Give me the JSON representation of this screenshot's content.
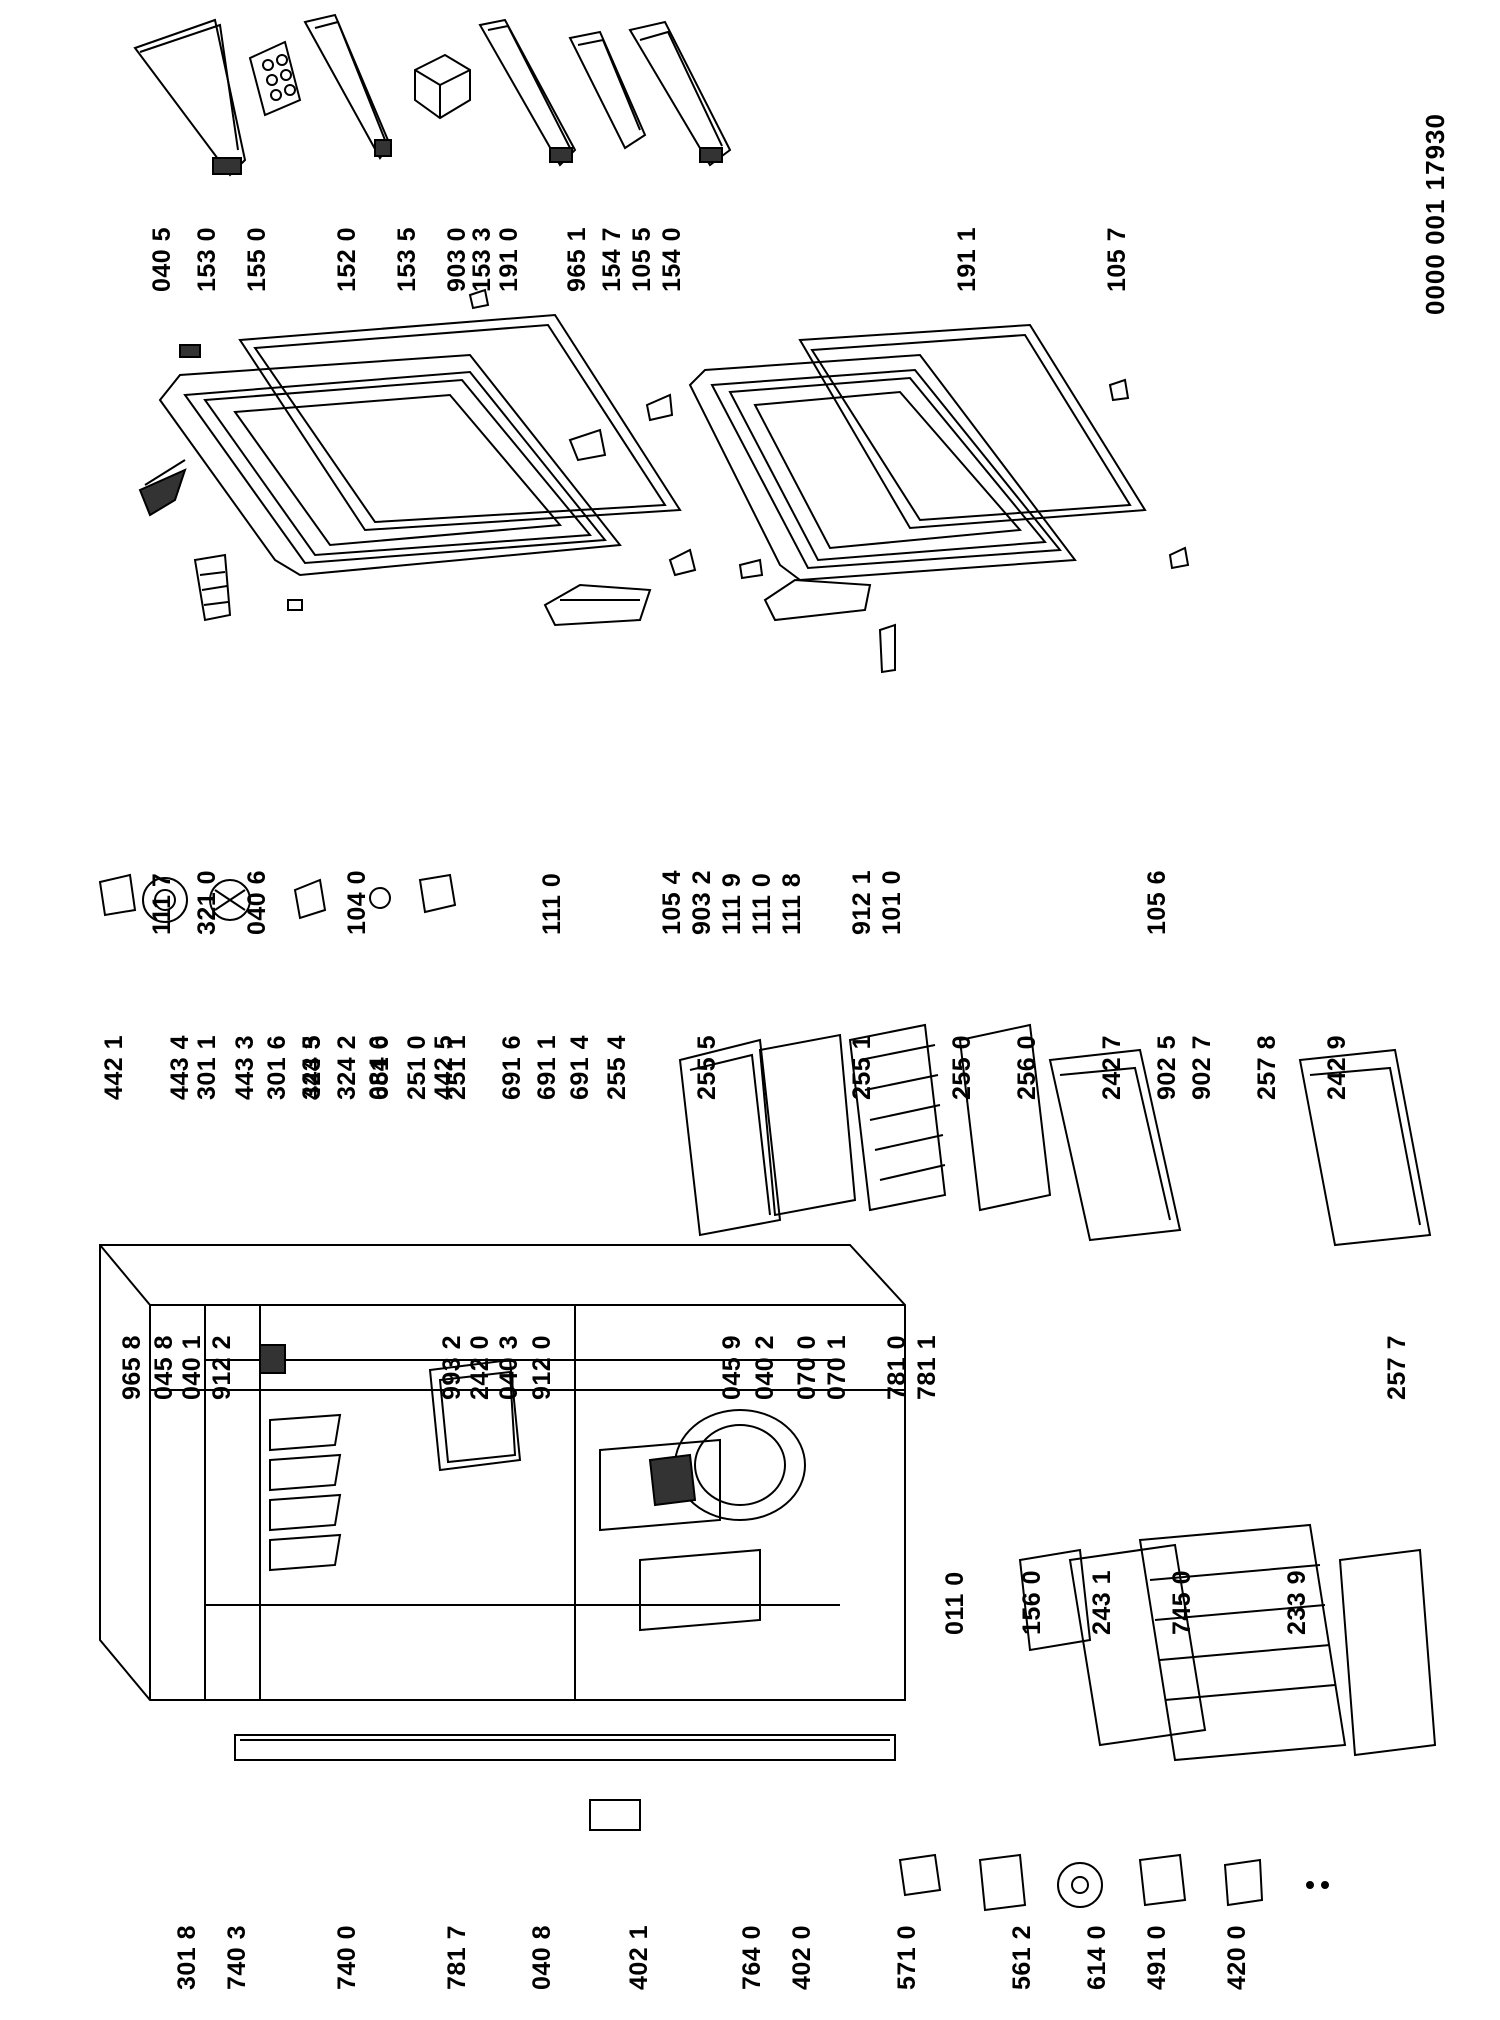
{
  "document_id": "0000 001 17930",
  "labels": [
    "040 5",
    "153 0",
    "155 0",
    "152 0",
    "153 5",
    "903 0",
    "153 3",
    "191 0",
    "965 1",
    "154 7",
    "105 5",
    "154 0",
    "191 1",
    "105 7",
    "111 7",
    "321 0",
    "040 6",
    "104 0",
    "111 0",
    "105 4",
    "903 2",
    "111 9",
    "111 0",
    "111 8",
    "912 1",
    "101 0",
    "105 6",
    "442 1",
    "443 4",
    "443 3",
    "443 5",
    "084 6",
    "442 5",
    "965 8",
    "045 8",
    "040 1",
    "912 2",
    "301 1",
    "301 6",
    "324 3",
    "324 2",
    "651 0",
    "251 0",
    "251 1",
    "691 6",
    "691 1",
    "691 4",
    "255 4",
    "255 5",
    "255 1",
    "255 0",
    "256 0",
    "993 2",
    "242 0",
    "040 3",
    "912 0",
    "045 9",
    "040 2",
    "070 0",
    "070 1",
    "781 0",
    "781 1",
    "242 7",
    "902 5",
    "902 7",
    "257 8",
    "242 9",
    "257 7",
    "301 8",
    "740 3",
    "740 0",
    "781 7",
    "040 8",
    "402 1",
    "764 0",
    "402 0",
    "011 0",
    "156 0",
    "243 1",
    "745 0",
    "233 9",
    "571 0",
    "561 2",
    "614 0",
    "491 0",
    "420 0"
  ]
}
